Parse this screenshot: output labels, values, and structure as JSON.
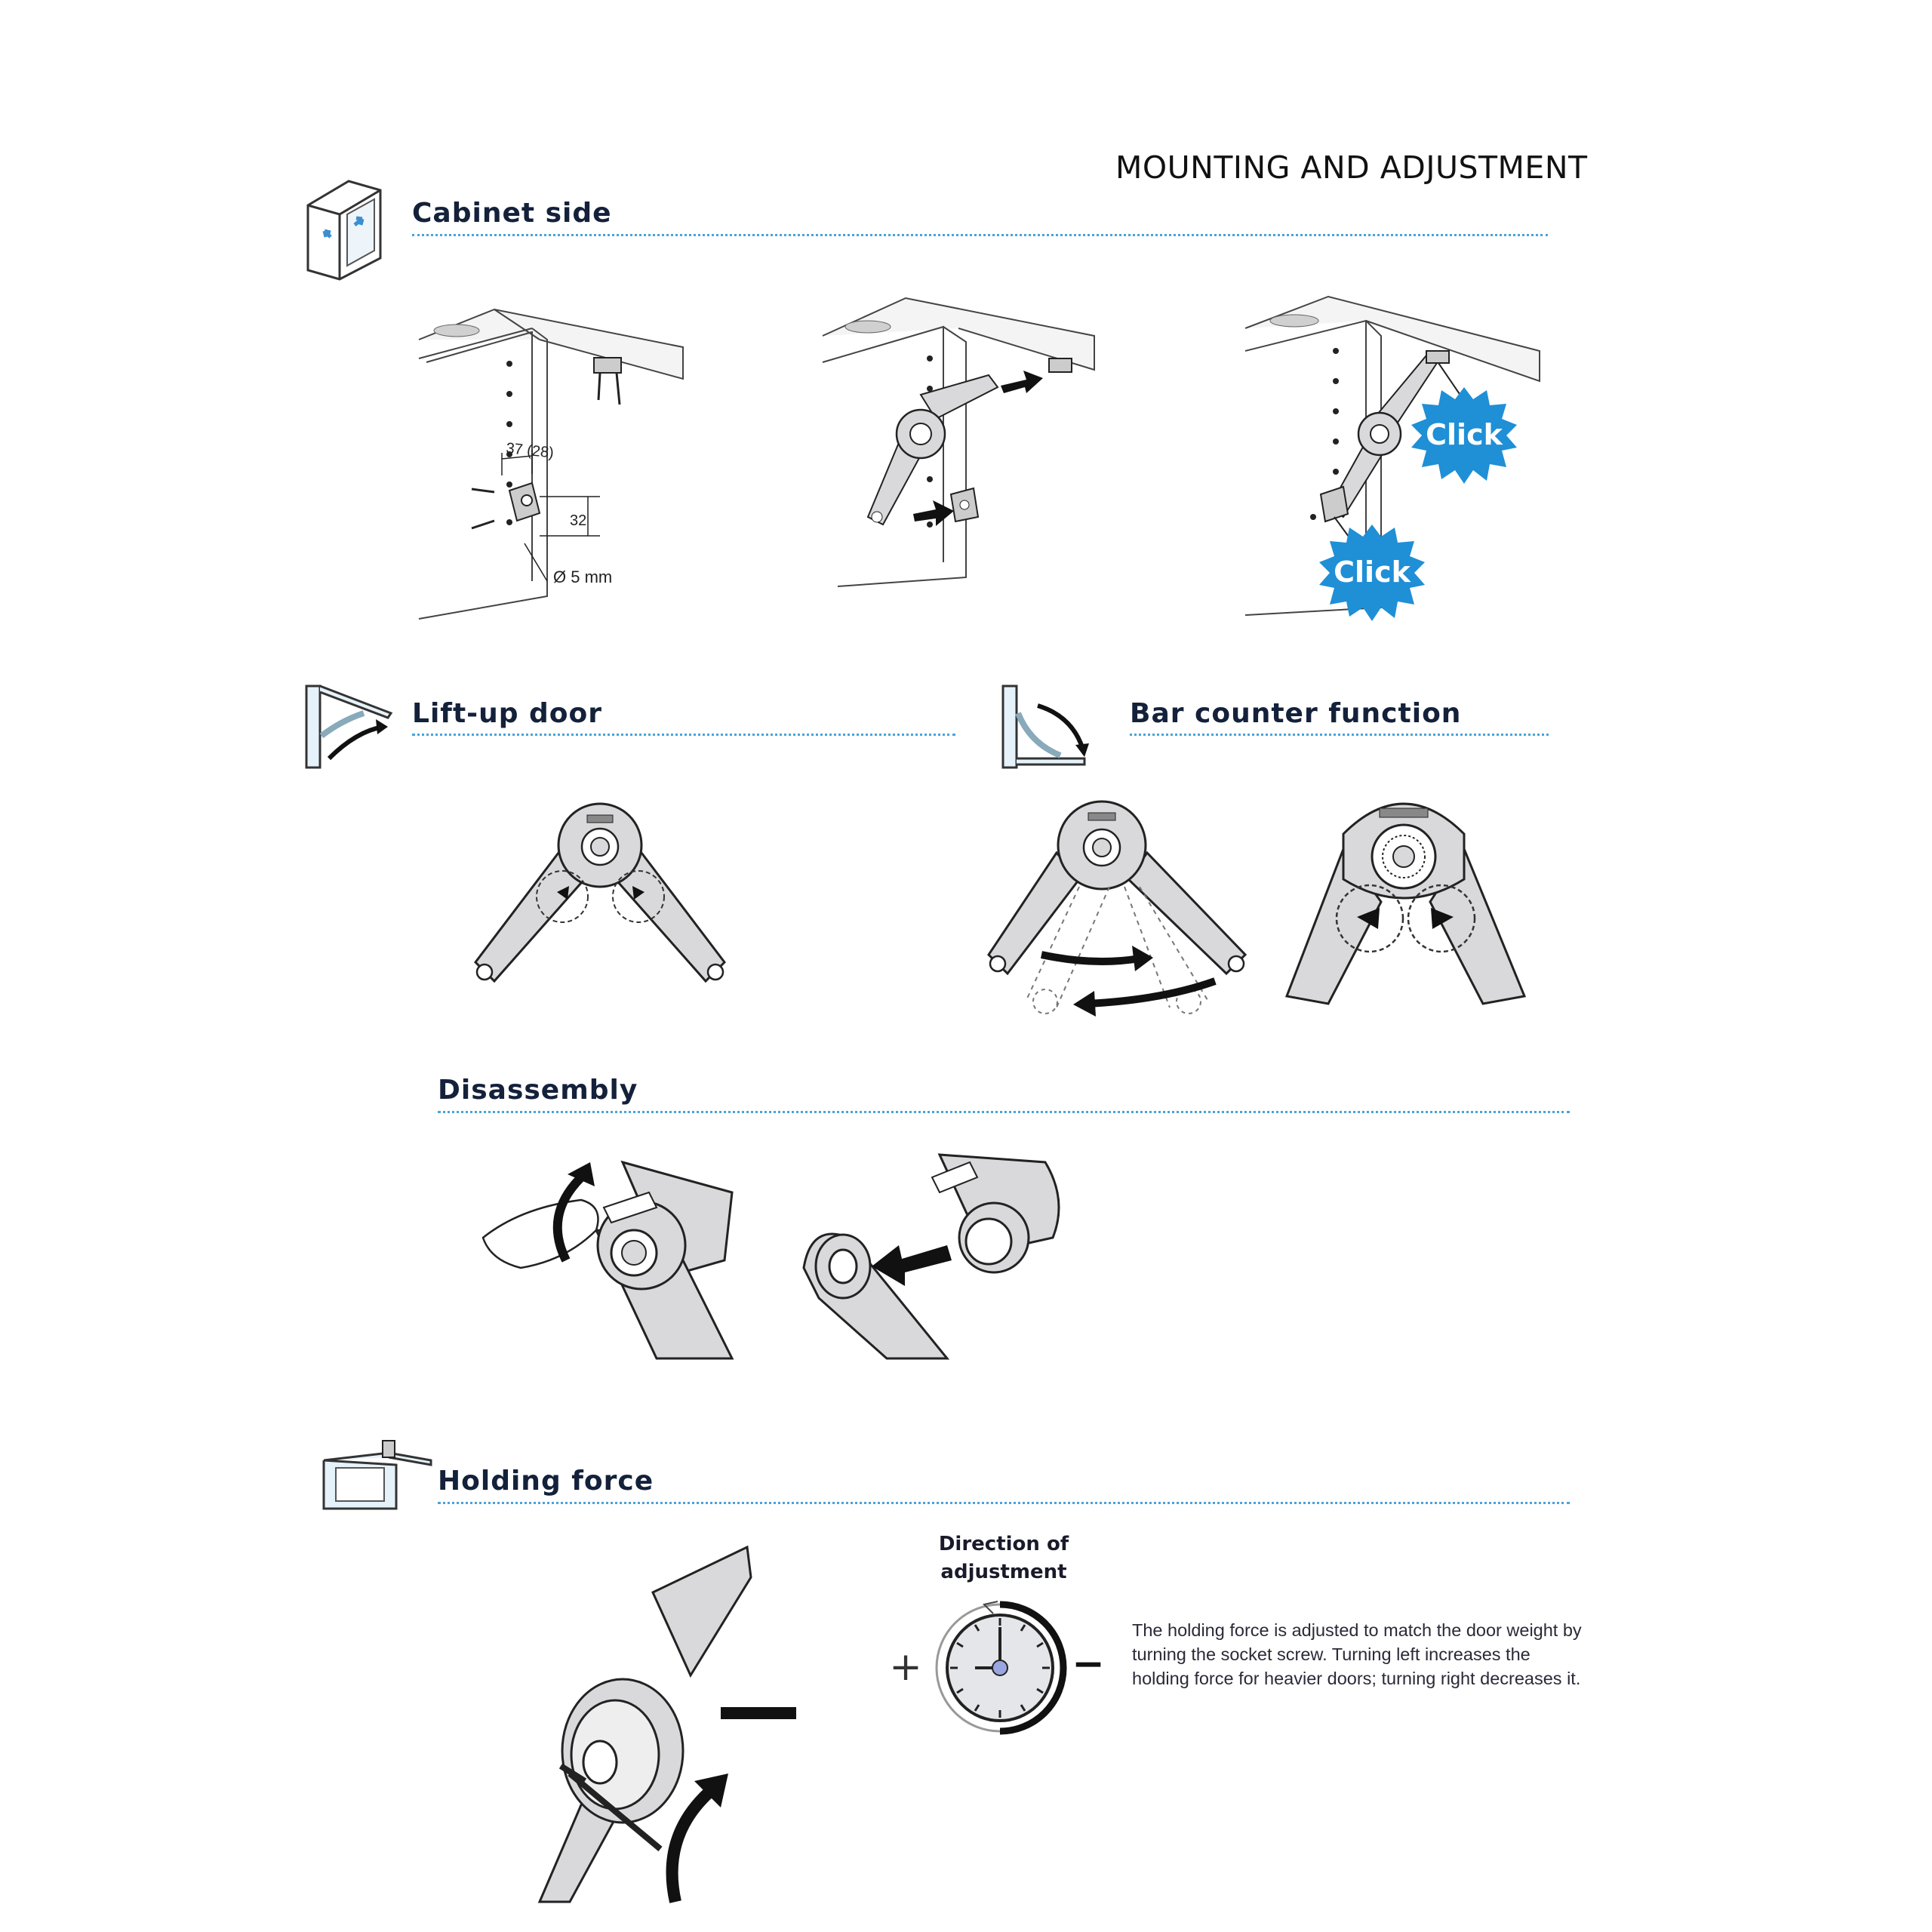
{
  "header": {
    "title": "MOUNTING AND ADJUSTMENT"
  },
  "sections": {
    "cabinet_side": "Cabinet side",
    "lift_up_door": "Lift-up door",
    "bar_counter": "Bar counter function",
    "disassembly": "Disassembly",
    "holding_force": "Holding force"
  },
  "dimensions": {
    "horizontal": "37 (28)",
    "vertical": "32",
    "hole": "Ø 5 mm"
  },
  "click_label": "Click",
  "adjustment": {
    "label": "Direction of adjustment",
    "plus": "+",
    "minus": "−",
    "description": "The holding force is adjusted to match the door weight by turning the socket screw. Turning left increases the holding force for heavier doors; turning right decreases it."
  },
  "colors": {
    "accent": "#4aa3d8",
    "burst": "#1f8fd6",
    "part_fill": "#d9d9dc",
    "stroke": "#222222"
  }
}
